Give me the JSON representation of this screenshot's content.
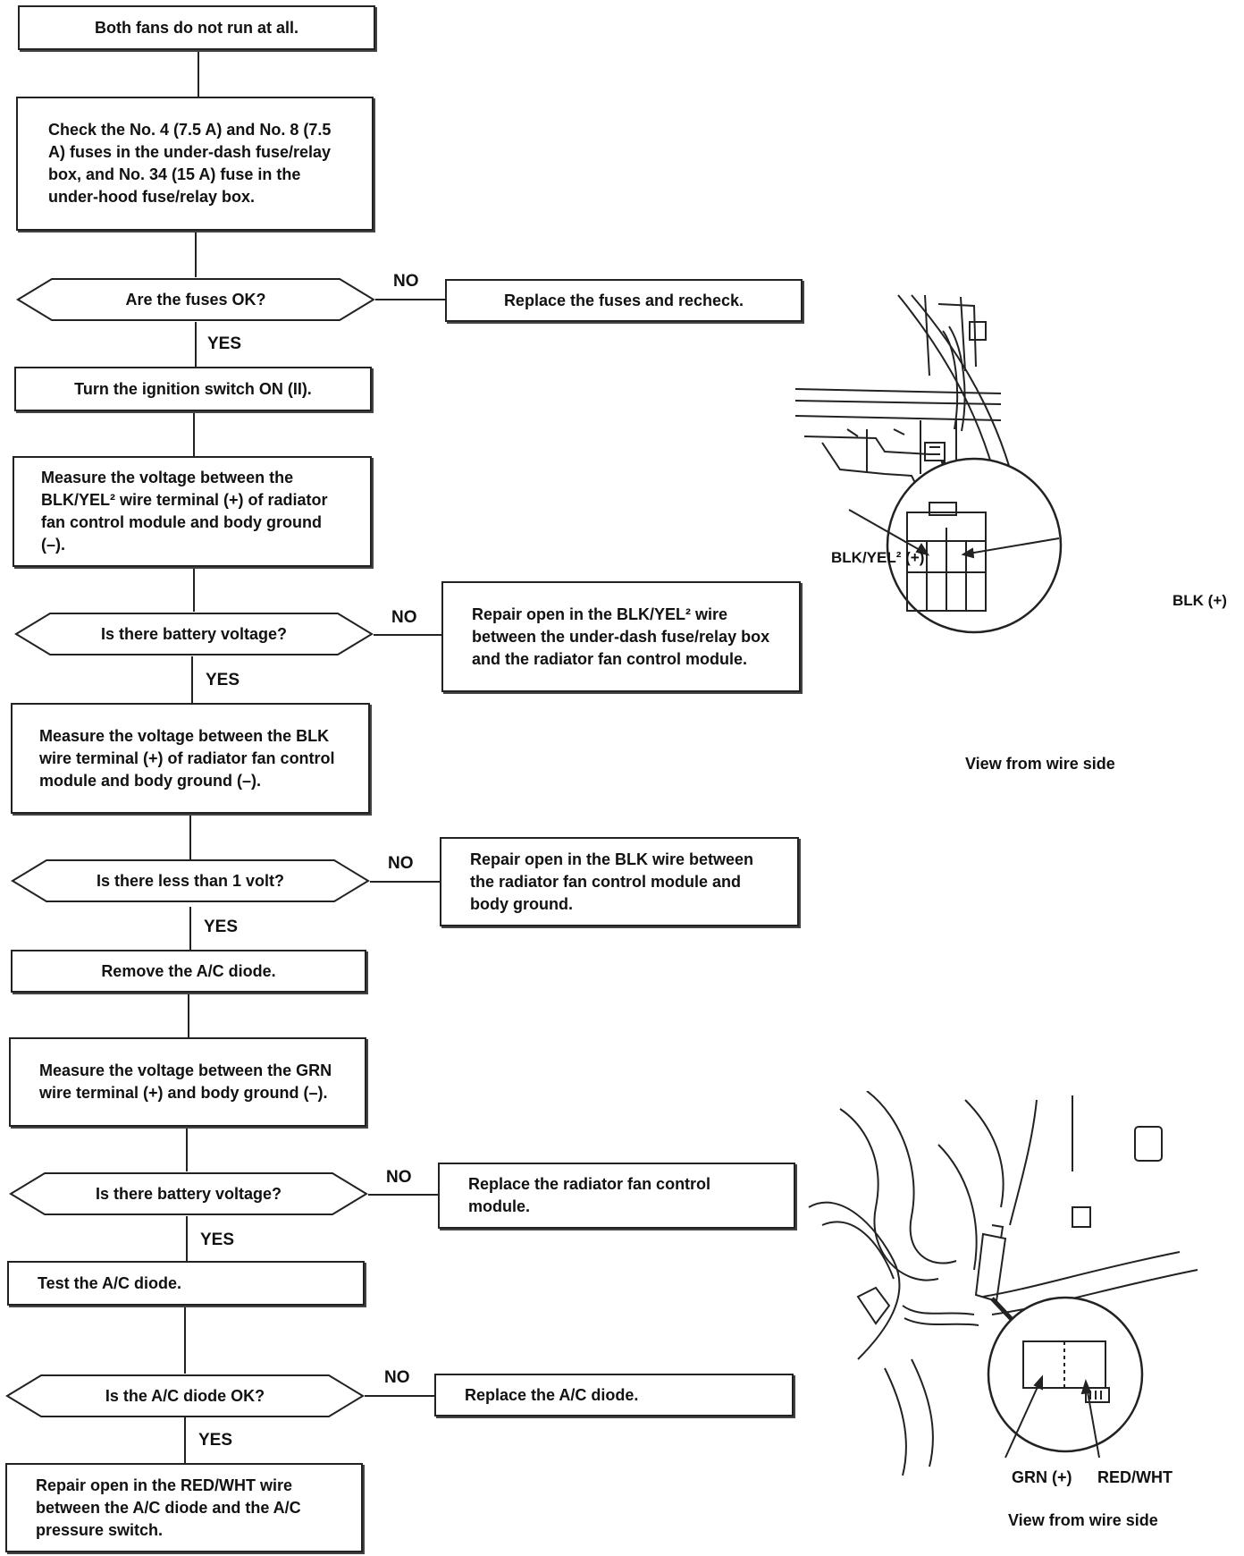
{
  "flow": {
    "start": "Both fans do not run at all.",
    "check_fuses": "Check the No. 4 (7.5 A) and No. 8 (7.5 A) fuses in the under-dash fuse/relay box, and No. 34 (15 A) fuse in the under-hood fuse/relay box.",
    "q_fuses": "Are the fuses OK?",
    "a_fuses_no": "Replace the fuses and recheck.",
    "ignition": "Turn the ignition switch ON (II).",
    "measure_blkyel": "Measure the voltage between the BLK/YEL² wire terminal (+) of radiator fan control module and body ground (–).",
    "q_batt1": "Is there battery voltage?",
    "a_batt1_no": "Repair open in the BLK/YEL² wire between the under-dash fuse/relay box and the radiator fan control module.",
    "measure_blk": "Measure the voltage between the BLK wire terminal (+) of radiator fan control module and body ground (–).",
    "q_volt": "Is there less than 1 volt?",
    "a_volt_no": "Repair open in the BLK wire between the radiator fan control module and body ground.",
    "remove_diode": "Remove the A/C diode.",
    "measure_grn": "Measure the voltage between the GRN wire terminal (+) and body ground (–).",
    "q_batt2": "Is there battery voltage?",
    "a_batt2_no": "Replace the radiator fan control module.",
    "test_diode": "Test the A/C diode.",
    "q_diode": "Is the A/C diode OK?",
    "a_diode_no": "Replace the A/C diode.",
    "final": "Repair open in the RED/WHT wire between the A/C diode and the A/C pressure switch."
  },
  "labels": {
    "yes": "YES",
    "no": "NO"
  },
  "illustration_top": {
    "terminal_left": "BLK/YEL² (+)",
    "terminal_right": "BLK (+)",
    "caption": "View from wire side"
  },
  "illustration_bottom": {
    "terminal_left": "GRN (+)",
    "terminal_right": "RED/WHT",
    "caption": "View from wire side"
  }
}
